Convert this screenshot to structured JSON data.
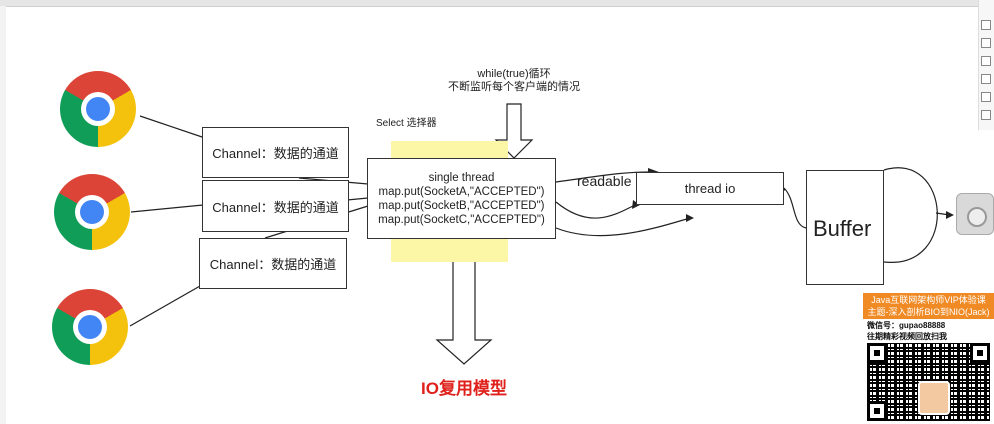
{
  "annotation": {
    "loop_line1": "while(true)循环",
    "loop_line2": "不断监听每个客户端的情况"
  },
  "selector": {
    "label": "Select 选择器",
    "lines": [
      "single thread",
      "map.put(SocketA,\"ACCEPTED\")",
      "map.put(SocketB,\"ACCEPTED\")",
      "map.put(SocketC,\"ACCEPTED\")"
    ]
  },
  "channels": [
    "Channel：数据的通道",
    "Channel：数据的通道",
    "Channel：数据的通道"
  ],
  "edge_readable": "readable",
  "thread_io": "thread io",
  "buffer": "Buffer",
  "model_title": "IO复用模型",
  "promo": {
    "line1": "Java互联网架构师VIP体验课",
    "line2": "主题-深入剖析BIO到NIO(Jack)",
    "line3": "微信号：gupao88888",
    "line4": "往期精彩视频回放扫我"
  },
  "colors": {
    "title_red": "#e0201b",
    "highlight_yellow": "#fbf7a6",
    "promo_orange": "#f08a24"
  },
  "icons": [
    "chrome-icon",
    "chrome-icon",
    "chrome-icon",
    "drive-icon"
  ]
}
